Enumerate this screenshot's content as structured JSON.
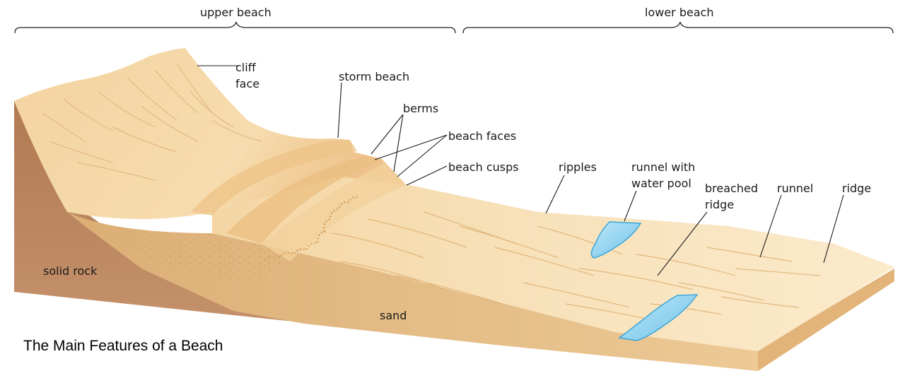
{
  "title": "The Main Features of a Beach",
  "zones": {
    "upper": "upper beach",
    "lower": "lower beach"
  },
  "labels": {
    "cliff_face": "cliff\nface",
    "storm_beach": "storm beach",
    "berms": "berms",
    "beach_faces": "beach faces",
    "beach_cusps": "beach cusps",
    "ripples": "ripples",
    "runnel_pool": "runnel with\nwater pool",
    "breached_ridge": "breached\nridge",
    "runnel": "runnel",
    "ridge": "ridge",
    "solid_rock": "solid rock",
    "sand": "sand"
  },
  "colors": {
    "sand_top": "#f6d9a6",
    "sand_light": "#fae6c2",
    "sand_dark": "#e9b977",
    "sand_side": "#e8c48e",
    "rock": "#c28c63",
    "rock_dark": "#a86f49",
    "water": "#8fd1ef",
    "water_edge": "#3aa6d8"
  }
}
